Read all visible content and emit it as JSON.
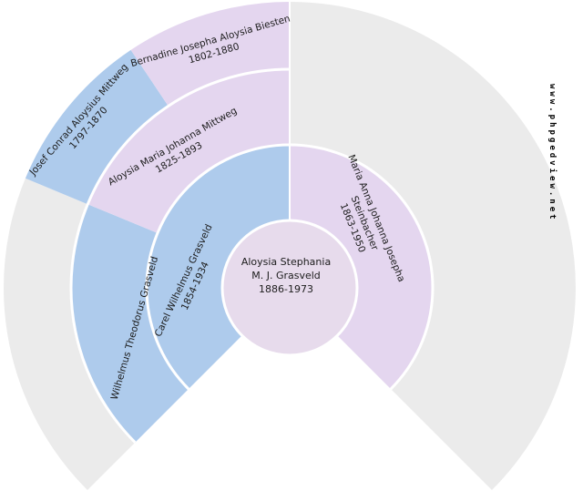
{
  "watermark": "www.phpgedview.net",
  "colors": {
    "male": "#aecbec",
    "female": "#e4d6ef",
    "center_person": "#e7dbec",
    "empty": "#ebebeb",
    "separator": "#ffffff"
  },
  "people": {
    "center": {
      "name_line1": "Aloysia Stephania",
      "name_line2": "M. J. Grasveld",
      "dates": "1886-1973"
    },
    "father": {
      "name": "Carel Wilhelmus Grasveld",
      "dates": "1854-1934"
    },
    "mother": {
      "name_line1": "Maria Anna Johanna Josepha",
      "name_line2": "Steinbacher",
      "dates": "1863-1950"
    },
    "paternal_grandfather": {
      "name": "Wilhelmus Theodorus Grasveld"
    },
    "paternal_grandmother": {
      "name": "Aloysia Maria Johanna Mittweg",
      "dates": "1825-1893"
    },
    "great_grandfather": {
      "name": "Josef Conrad Aloysius Mittweg",
      "dates": "1797-1870"
    },
    "great_grandmother": {
      "name": "Bernadine Josepha Aloysia Biesten",
      "dates": "1802-1880"
    }
  }
}
